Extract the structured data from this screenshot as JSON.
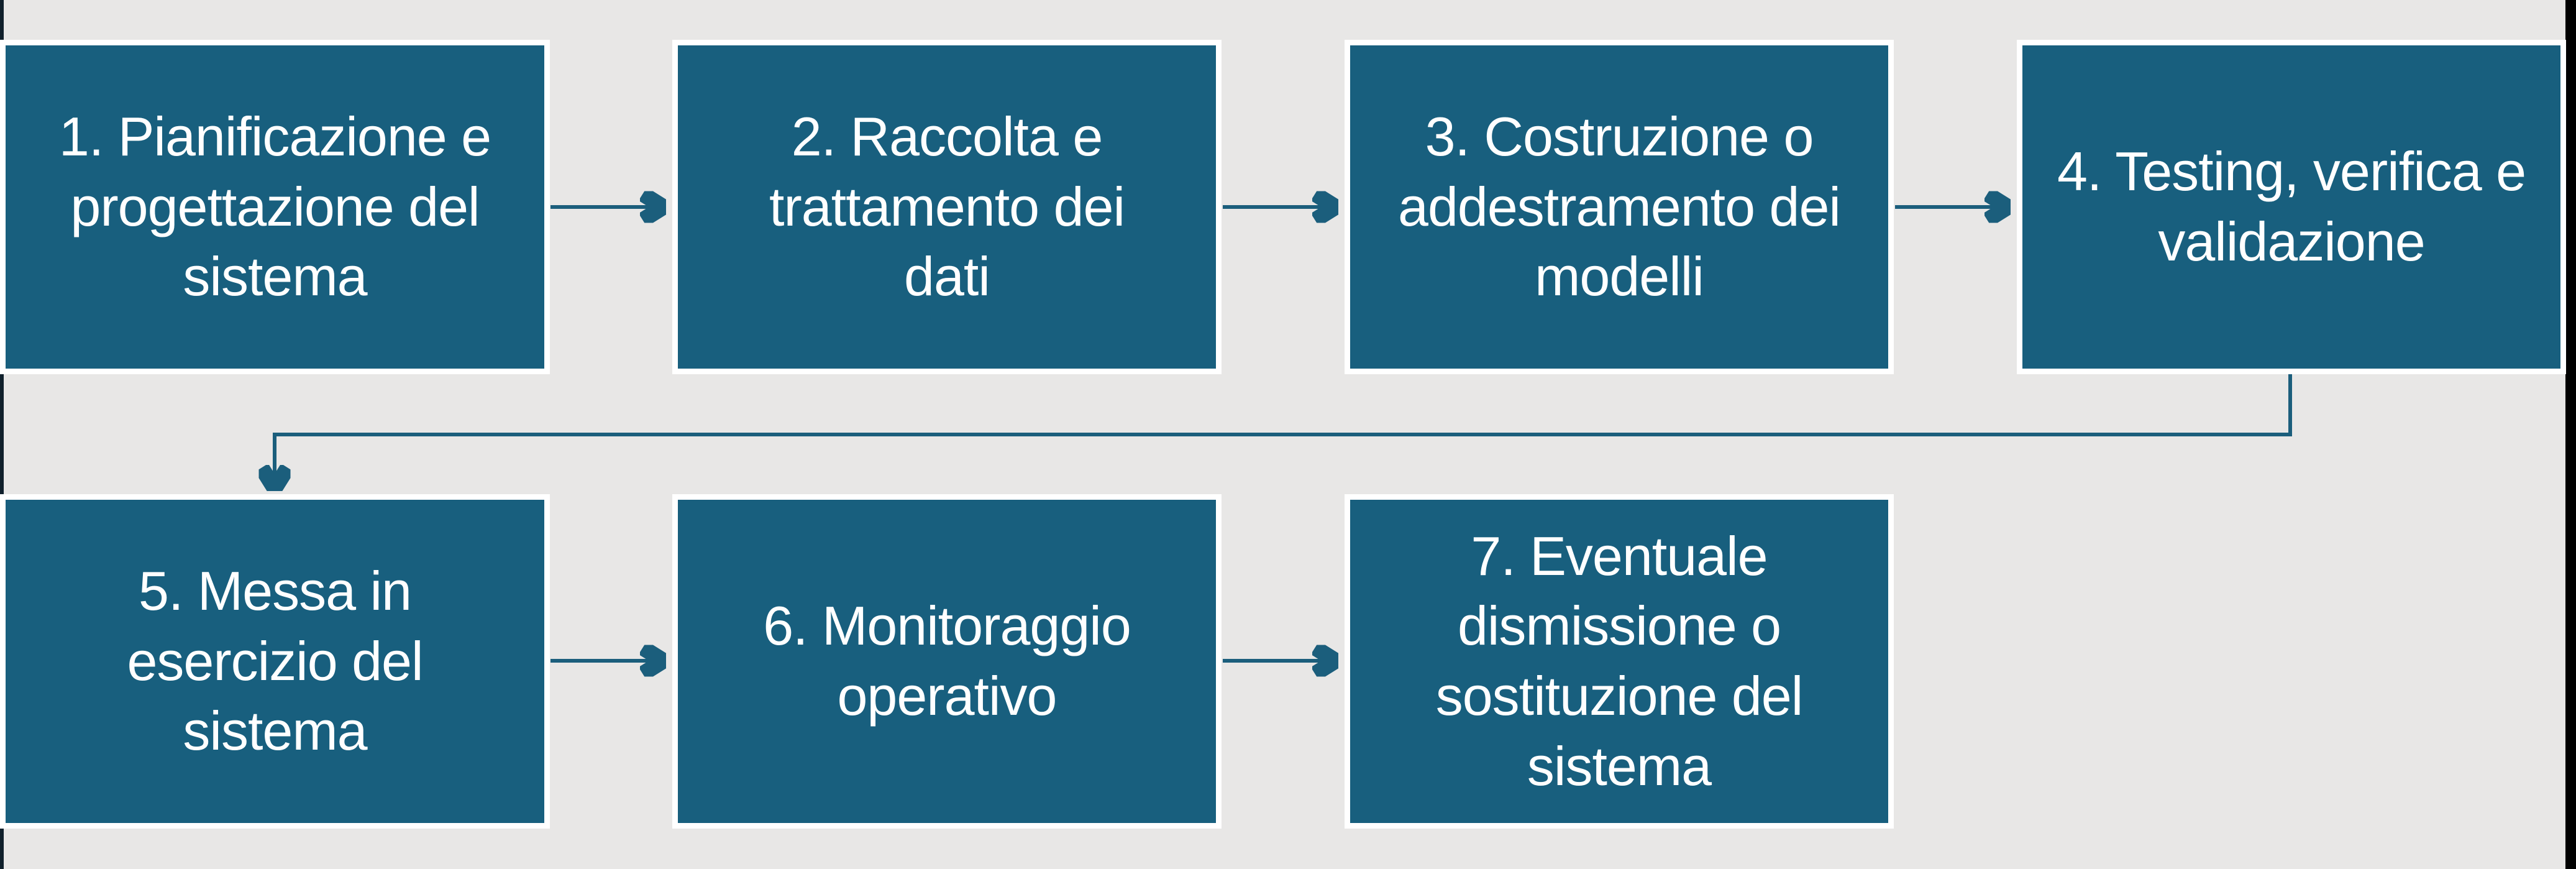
{
  "diagram": {
    "type": "flowchart",
    "title_implicit": "Ciclo di vita di un sistema (7 fasi)",
    "boxes": [
      {
        "id": "step-1",
        "label": "1. Pianificazione e\nprogettazione del\nsistema"
      },
      {
        "id": "step-2",
        "label": "2. Raccolta e\ntrattamento dei\ndati"
      },
      {
        "id": "step-3",
        "label": "3. Costruzione o\naddestramento dei\nmodelli"
      },
      {
        "id": "step-4",
        "label": "4. Testing, verifica e\nvalidazione"
      },
      {
        "id": "step-5",
        "label": "5. Messa in\nesercizio del\nsistema"
      },
      {
        "id": "step-6",
        "label": "6. Monitoraggio\noperativo"
      },
      {
        "id": "step-7",
        "label": "7. Eventuale\ndismissione o\nsostituzione del\nsistema"
      }
    ],
    "connections": [
      {
        "from": "step-1",
        "to": "step-2",
        "style": "straight-arrow"
      },
      {
        "from": "step-2",
        "to": "step-3",
        "style": "straight-arrow"
      },
      {
        "from": "step-3",
        "to": "step-4",
        "style": "straight-arrow"
      },
      {
        "from": "step-4",
        "to": "step-5",
        "style": "elbow-arrow"
      },
      {
        "from": "step-5",
        "to": "step-6",
        "style": "straight-arrow"
      },
      {
        "from": "step-6",
        "to": "step-7",
        "style": "straight-arrow"
      }
    ]
  },
  "colors": {
    "box_fill": "#185F7E",
    "box_border": "#FFFFFF",
    "box_text": "#FFFFFF",
    "arrow": "#1B5E7C",
    "background": "#E8E7E6",
    "screen_edge_left": "#10202C",
    "screen_edge_right": "#010101"
  }
}
